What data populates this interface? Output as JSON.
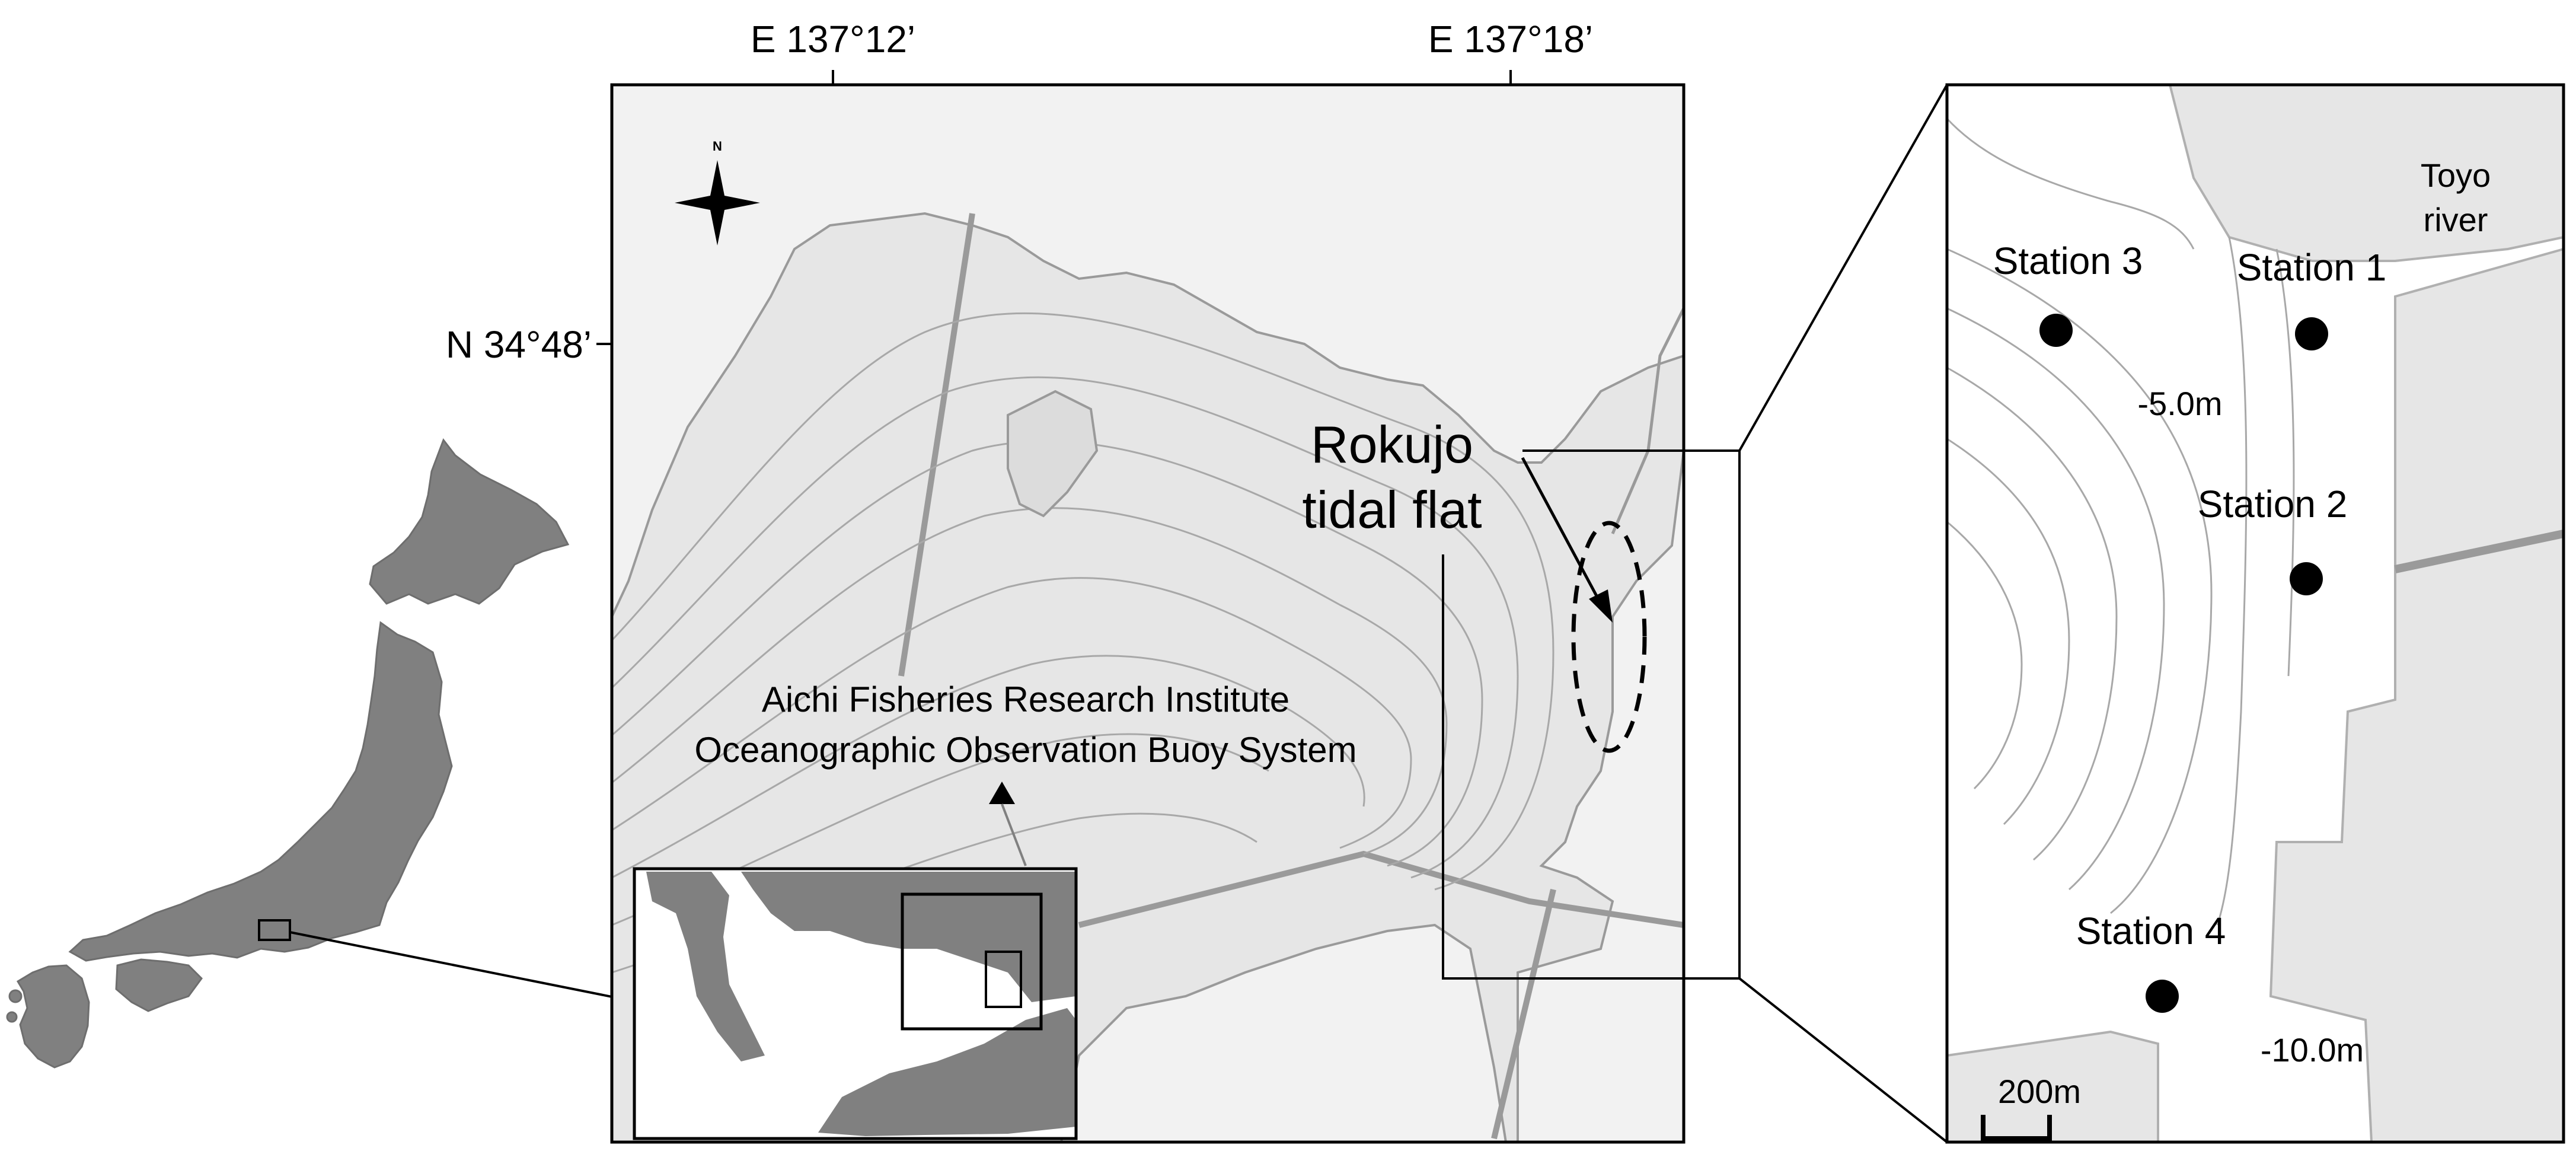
{
  "coords": {
    "lon1": "E 137°12’",
    "lon2": "E 137°18’",
    "lat1": "N 34°48’"
  },
  "compass": {
    "letter": "N",
    "icon": "north-arrow-icon"
  },
  "labels": {
    "rokujo_line1": "Rokujo",
    "rokujo_line2": "tidal flat",
    "buoy_line1": "Aichi Fisheries Research Institute",
    "buoy_line2": "Oceanographic Observation Buoy System",
    "toyo_line1": "Toyo",
    "toyo_line2": "river",
    "depth1": "-5.0m",
    "depth2": "-10.0m",
    "scale": "200m"
  },
  "stations": [
    {
      "label": "Station 1"
    },
    {
      "label": "Station 2"
    },
    {
      "label": "Station 3"
    },
    {
      "label": "Station 4"
    }
  ],
  "colors": {
    "land": "#808080",
    "sea": "#e6e6e6",
    "inset_land": "#dcdcdc",
    "contour": "#a8a8a8",
    "ink": "#000000"
  }
}
